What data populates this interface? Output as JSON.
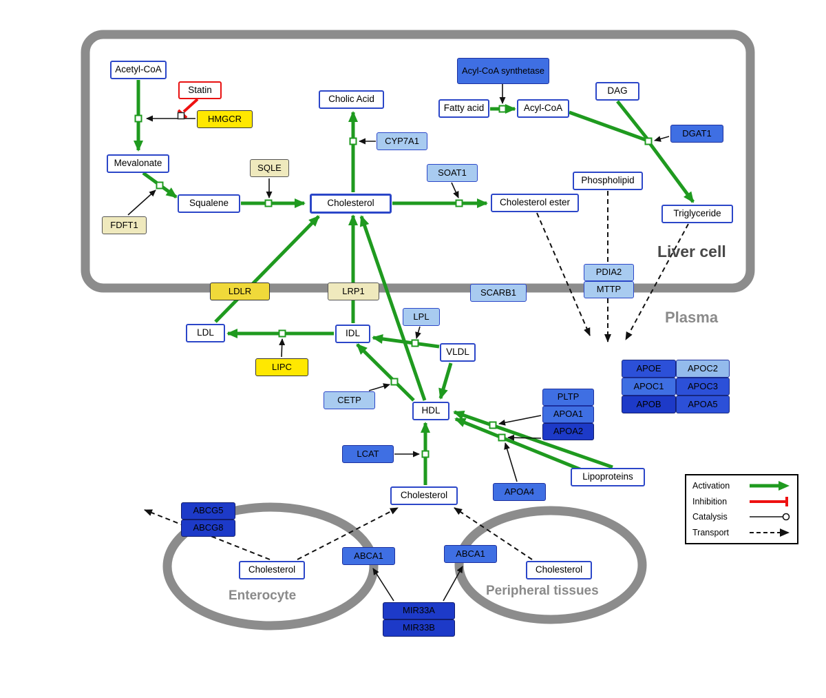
{
  "palette": {
    "activation_green": "#1f9a1f",
    "inhibition_red": "#ee1111",
    "membrane_gray": "#8c8c8c",
    "metabolite_border_blue": "#2b46c8",
    "enzyme_yellow": "#ffe800",
    "enzyme_mustard": "#f0d93a",
    "enzyme_khaki": "#efe9bd",
    "enzyme_light_blue": "#a8cbf0",
    "enzyme_medium_blue": "#3f6fe3",
    "enzyme_dark_blue": "#2c50d8",
    "enzyme_darkest_blue": "#1d3ac8"
  },
  "compartments": {
    "liver": {
      "label": "Liver cell"
    },
    "plasma": {
      "label": "Plasma"
    },
    "enterocyte": {
      "label": "Enterocyte"
    },
    "peripheral": {
      "label": "Peripheral tissues"
    }
  },
  "nodes": {
    "acetyl_coa": {
      "label": "Acetyl-CoA"
    },
    "statin": {
      "label": "Statin"
    },
    "hmgcr": {
      "label": "HMGCR"
    },
    "mevalonate": {
      "label": "Mevalonate"
    },
    "sqle": {
      "label": "SQLE"
    },
    "fdft1": {
      "label": "FDFT1"
    },
    "squalene": {
      "label": "Squalene"
    },
    "cholic_acid": {
      "label": "Cholic Acid"
    },
    "cyp7a1": {
      "label": "CYP7A1"
    },
    "cholesterol_liver": {
      "label": "Cholesterol"
    },
    "soat1": {
      "label": "SOAT1"
    },
    "cholesterol_ester": {
      "label": "Cholesterol ester"
    },
    "acyl_coa_synthetase": {
      "label": "Acyl-CoA synthetase"
    },
    "fatty_acid": {
      "label": "Fatty acid"
    },
    "acyl_coa": {
      "label": "Acyl-CoA"
    },
    "dag": {
      "label": "DAG"
    },
    "dgat1": {
      "label": "DGAT1"
    },
    "phospholipid": {
      "label": "Phospholipid"
    },
    "triglyceride": {
      "label": "Triglyceride"
    },
    "ldlr": {
      "label": "LDLR"
    },
    "lrp1": {
      "label": "LRP1"
    },
    "scarb1": {
      "label": "SCARB1"
    },
    "pdia2": {
      "label": "PDIA2"
    },
    "mttp": {
      "label": "MTTP"
    },
    "ldl": {
      "label": "LDL"
    },
    "idl": {
      "label": "IDL"
    },
    "lpl": {
      "label": "LPL"
    },
    "vldl": {
      "label": "VLDL"
    },
    "lipc": {
      "label": "LIPC"
    },
    "cetp": {
      "label": "CETP"
    },
    "hdl": {
      "label": "HDL"
    },
    "lcat": {
      "label": "LCAT"
    },
    "pltp": {
      "label": "PLTP"
    },
    "apoa1": {
      "label": "APOA1"
    },
    "apoa2": {
      "label": "APOA2"
    },
    "apoa4": {
      "label": "APOA4"
    },
    "lipoproteins": {
      "label": "Lipoproteins"
    },
    "apoe": {
      "label": "APOE"
    },
    "apoc2": {
      "label": "APOC2"
    },
    "apoc1": {
      "label": "APOC1"
    },
    "apoc3": {
      "label": "APOC3"
    },
    "apob": {
      "label": "APOB"
    },
    "apoa5": {
      "label": "APOA5"
    },
    "cholesterol_plasma": {
      "label": "Cholesterol"
    },
    "abcg5": {
      "label": "ABCG5"
    },
    "abcg8": {
      "label": "ABCG8"
    },
    "cholesterol_enterocyte": {
      "label": "Cholesterol"
    },
    "abca1_enterocyte": {
      "label": "ABCA1"
    },
    "abca1_peripheral": {
      "label": "ABCA1"
    },
    "cholesterol_peripheral": {
      "label": "Cholesterol"
    },
    "mir33a": {
      "label": "MIR33A"
    },
    "mir33b": {
      "label": "MIR33B"
    }
  },
  "legend": {
    "items": [
      {
        "label": "Activation",
        "type": "activation"
      },
      {
        "label": "Inhibition",
        "type": "inhibition"
      },
      {
        "label": "Catalysis",
        "type": "catalysis"
      },
      {
        "label": "Transport",
        "type": "transport"
      }
    ]
  }
}
